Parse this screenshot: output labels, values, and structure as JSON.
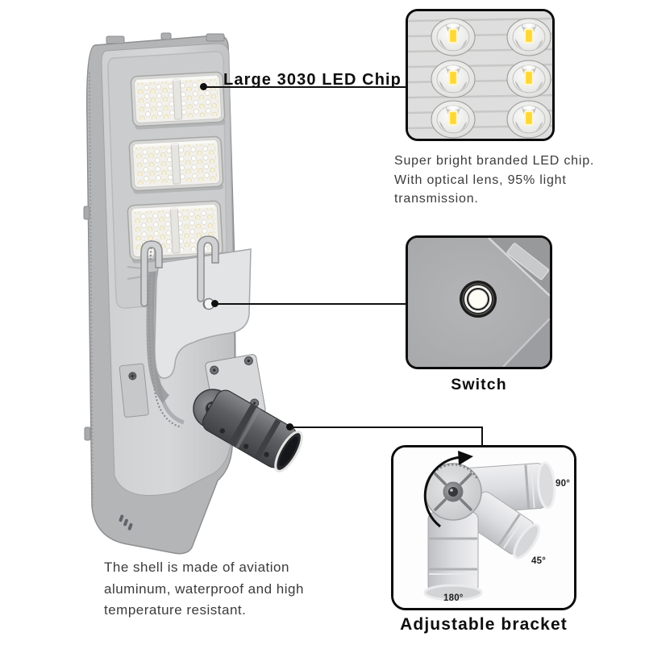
{
  "annotations": {
    "led_chip": {
      "title": "Large 3030 LED Chip",
      "description": "Super bright branded LED chip. With optical lens, 95% light transmission."
    },
    "switch": {
      "caption": "Switch"
    },
    "adjustable_bracket": {
      "caption": "Adjustable bracket",
      "angle_labels": {
        "right": "90°",
        "diagonal": "45°",
        "down": "180°"
      }
    },
    "shell": {
      "note": "The shell is made of aviation aluminum, waterproof and high temperature resistant."
    }
  },
  "colors": {
    "background": "#ffffff",
    "callout_line": "#101010",
    "heading_text": "#0e0e0e",
    "body_text": "#3b3b3b",
    "lamp_body_gray": "#c4c5c7",
    "led_chip_yellow": "#ffe14f",
    "arm_dark_gray": "#4a4b4e"
  }
}
